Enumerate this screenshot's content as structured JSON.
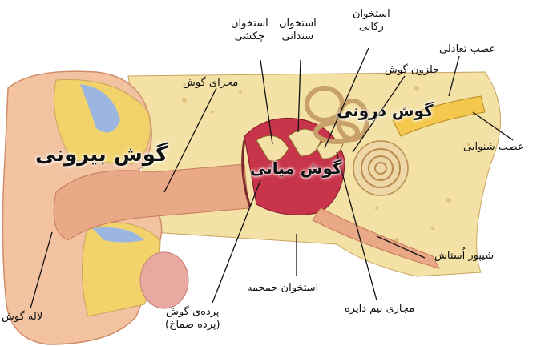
{
  "labels": {
    "hammer": "استخوان\nچکشی",
    "anvil": "استخوان\nسندانی",
    "stirrup": "استخوان\nرکابی",
    "ear_canal": "مجرای گوش",
    "cochlea": "حلزون گوش",
    "vestibular_nerve": "عصب تعادلی",
    "auditory_nerve": "عصب شنوایی",
    "eustachian_tube": "شیپور اُستاش",
    "skull_bone": "استخوان جمجمه",
    "eardrum": "پرده‌ی گوش\n(پرده صماخ)",
    "pinna": "لاله گوش",
    "semicircular_canals": "مجاری نیم دایره"
  },
  "regions": {
    "outer_ear": "گوش بیرونی",
    "middle_ear": "گوش میانی",
    "inner_ear": "گوش درونی"
  },
  "colors": {
    "skin": "#f3c3a1",
    "bone": "#f4e1a6",
    "fat": "#f2d36b",
    "blue": "#9bb7e0",
    "red": "#c8344a"
  }
}
